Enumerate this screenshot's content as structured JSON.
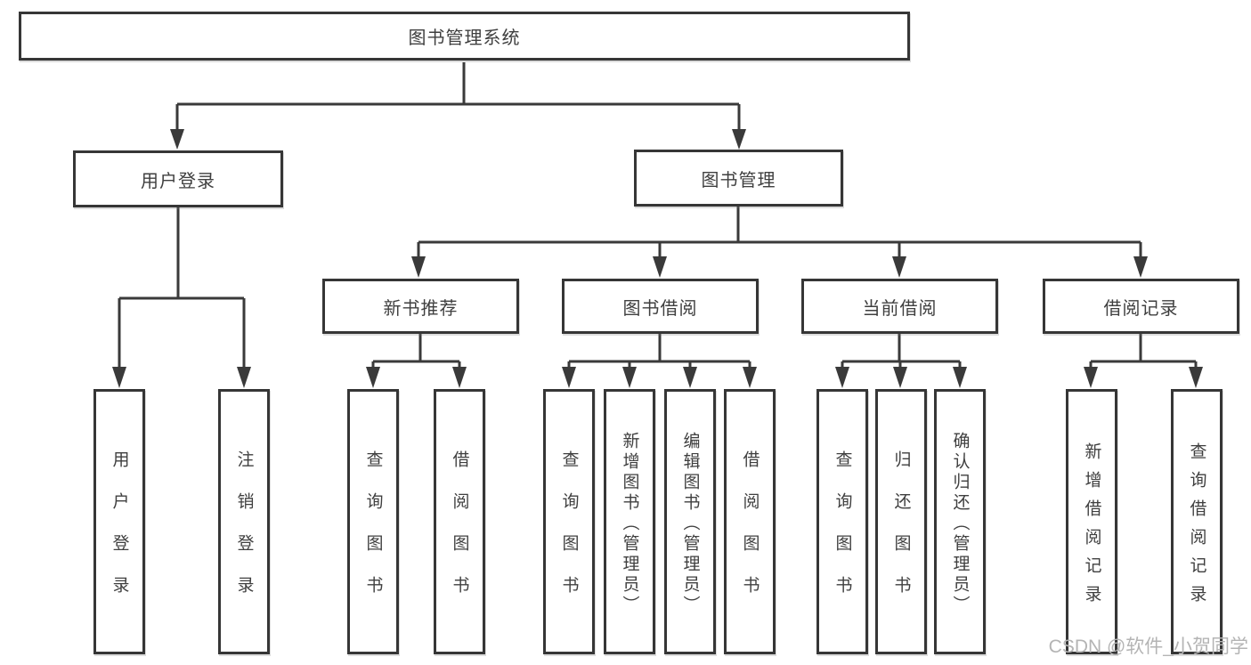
{
  "diagram": {
    "root": {
      "label": "图书管理系统"
    },
    "level2": [
      {
        "id": "user-login",
        "label": "用户登录",
        "children": [
          {
            "label": "用户登录"
          },
          {
            "label": "注销登录"
          }
        ]
      },
      {
        "id": "book-management",
        "label": "图书管理",
        "sections": [
          {
            "id": "new-book-recommend",
            "label": "新书推荐",
            "children": [
              {
                "label": "查询图书"
              },
              {
                "label": "借阅图书"
              }
            ]
          },
          {
            "id": "book-borrow",
            "label": "图书借阅",
            "children": [
              {
                "label": "查询图书"
              },
              {
                "label": "新增图书（管理员）"
              },
              {
                "label": "编辑图书（管理员）"
              },
              {
                "label": "借阅图书"
              }
            ]
          },
          {
            "id": "current-borrow",
            "label": "当前借阅",
            "children": [
              {
                "label": "查询图书"
              },
              {
                "label": "归还图书"
              },
              {
                "label": "确认归还（管理员）"
              }
            ]
          },
          {
            "id": "borrow-records",
            "label": "借阅记录",
            "children": [
              {
                "label": "新增借阅记录"
              },
              {
                "label": "查询借阅记录"
              }
            ]
          }
        ]
      }
    ]
  },
  "watermark": {
    "text": "CSDN @软件_小贺同学"
  },
  "colors": {
    "line": "#3a3a3a",
    "box_border": "#363636",
    "text": "#3f3f3f",
    "background": "#ffffff",
    "watermark": "#b4b4b4"
  }
}
